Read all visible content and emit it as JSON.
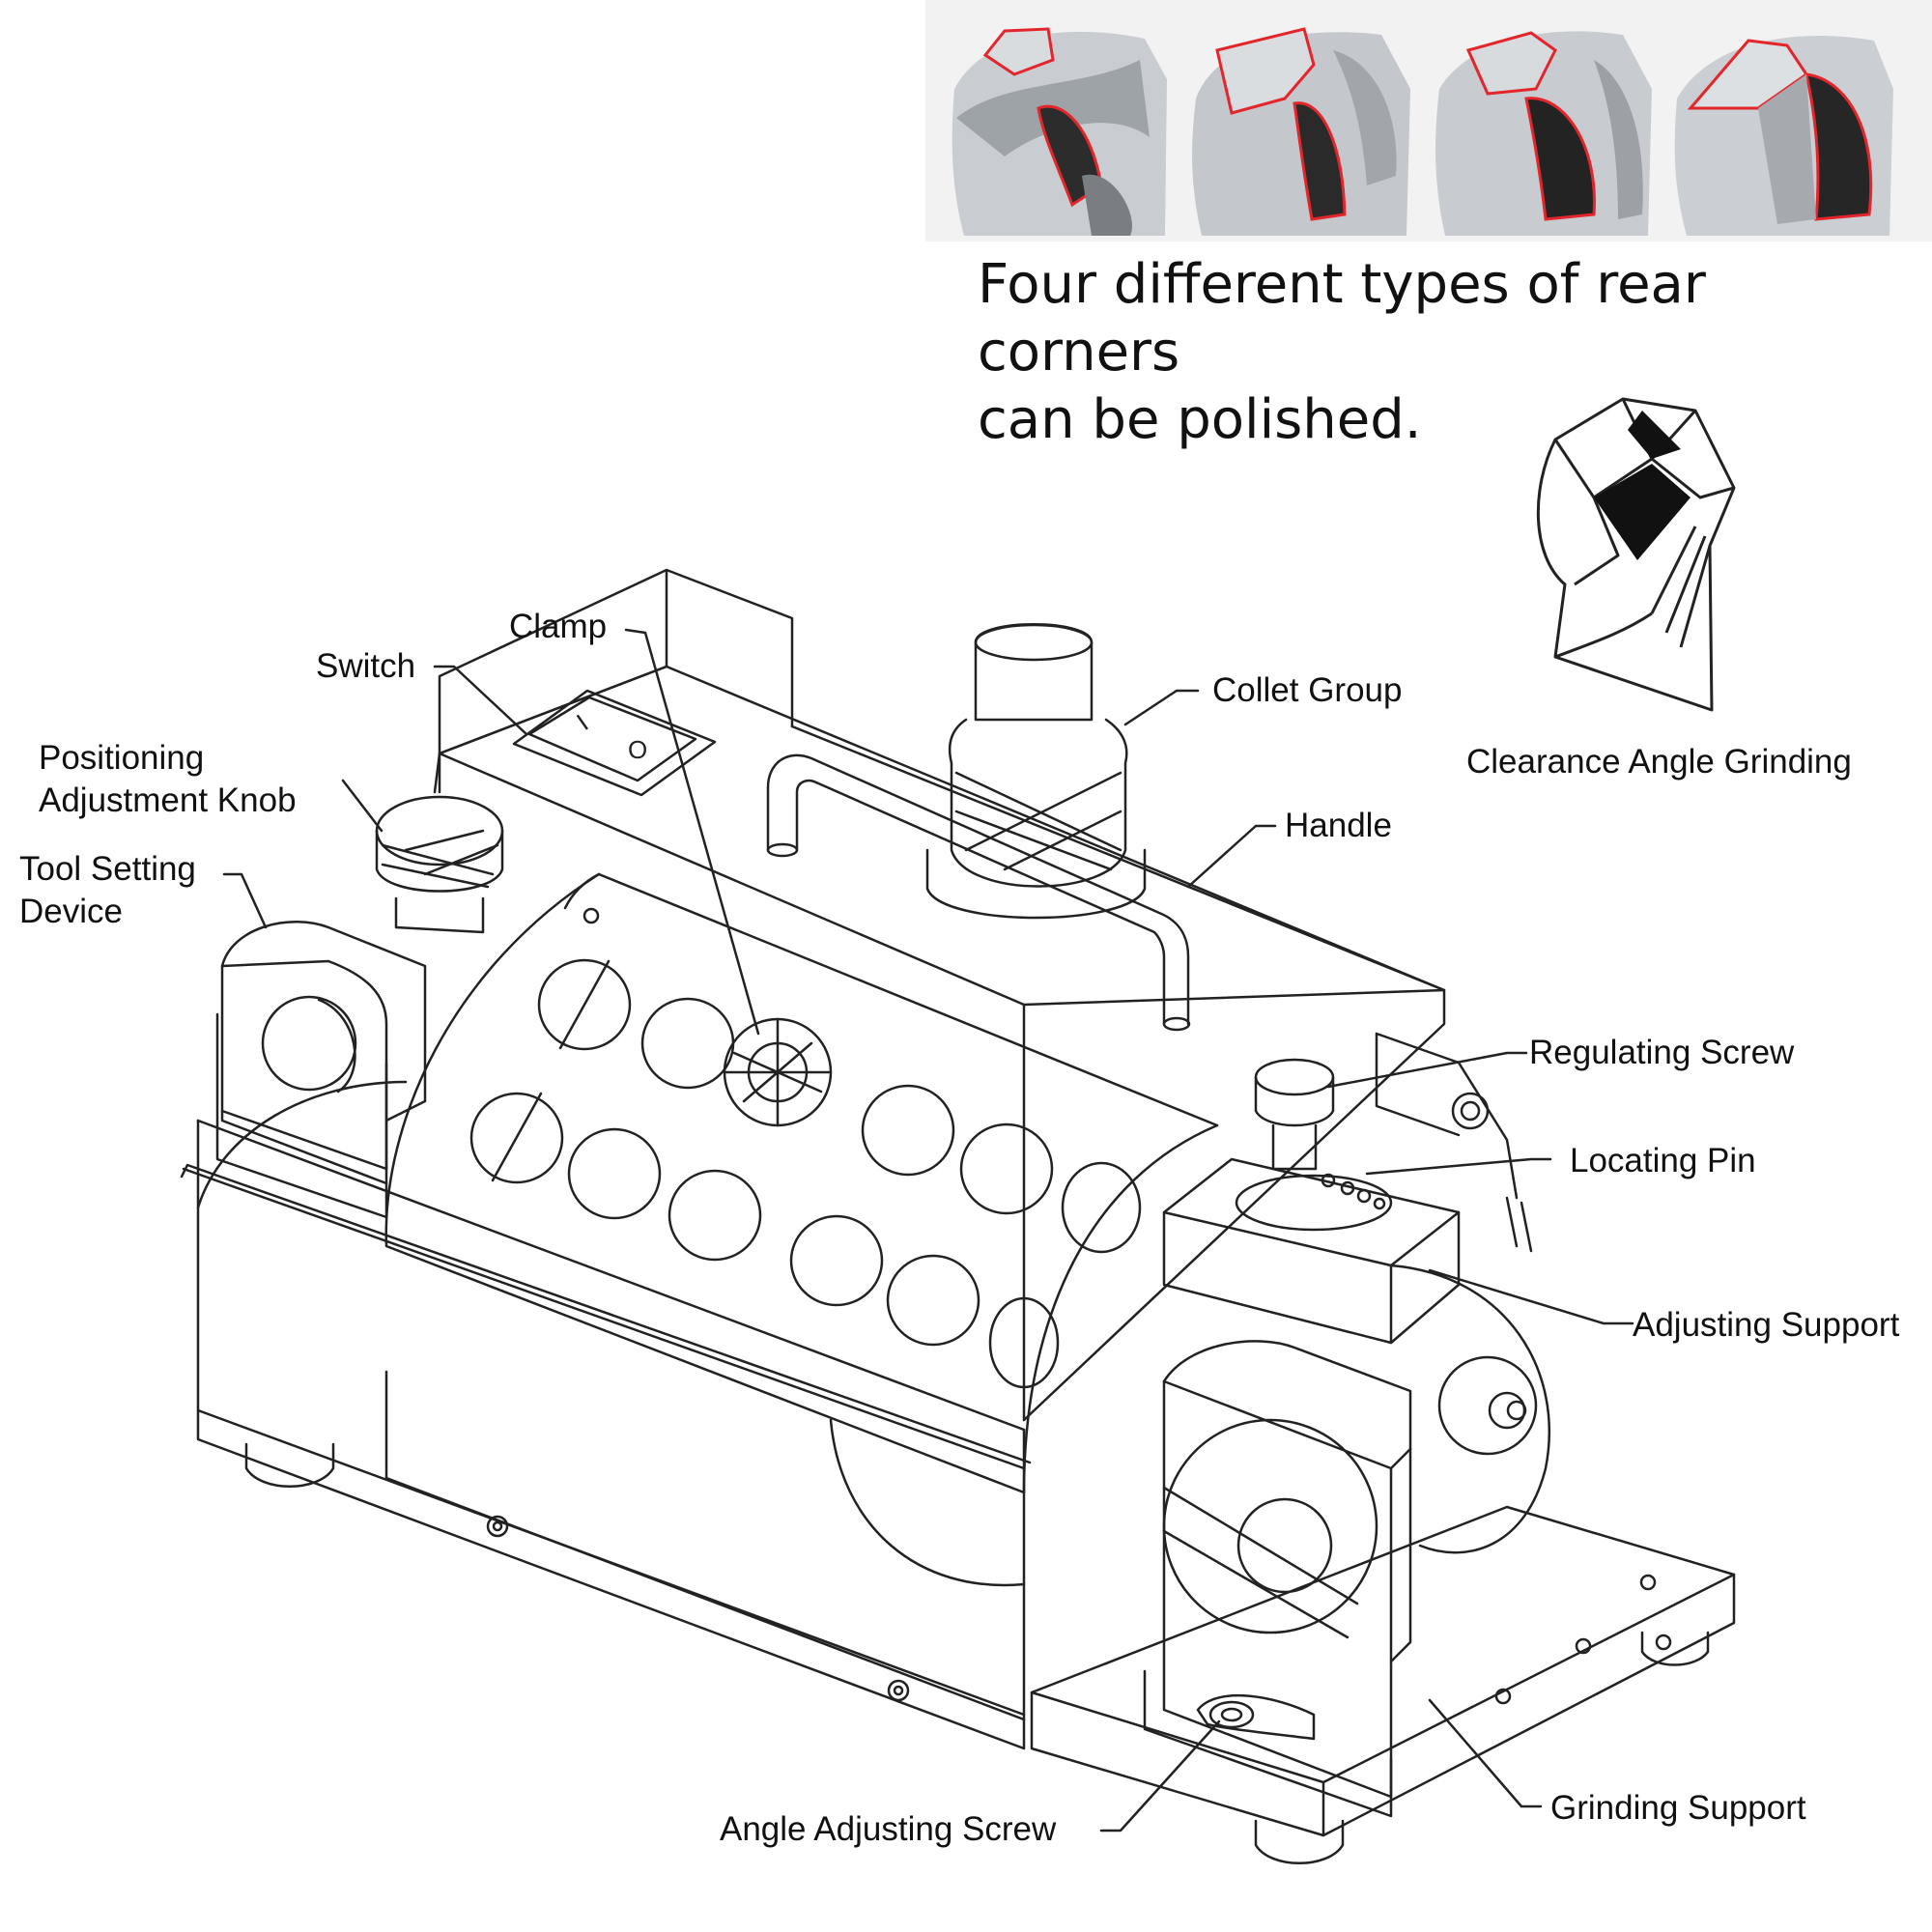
{
  "headline": {
    "line1": "Four different types of rear corners",
    "line2": "can be polished."
  },
  "labels": {
    "switch": "Switch",
    "clamp": "Clamp",
    "positioning_knob_1": "Positioning",
    "positioning_knob_2": "Adjustment Knob",
    "tool_setting_1": "Tool Setting",
    "tool_setting_2": "Device",
    "collet_group": "Collet Group",
    "handle": "Handle",
    "clearance_angle": "Clearance Angle Grinding",
    "regulating_screw": "Regulating Screw",
    "locating_pin": "Locating Pin",
    "adjusting_support": "Adjusting Support",
    "grinding_support": "Grinding Support",
    "angle_adjusting_screw": "Angle Adjusting Screw"
  },
  "switch_marks": {
    "on": "I",
    "off": "O"
  },
  "colors": {
    "outline_red": "#e3262b",
    "line": "#222222",
    "photo_bg": "#f2f2f2",
    "metal_light": "#d6d9dc",
    "metal_mid": "#a9adb1",
    "metal_dark": "#2a2a2a"
  }
}
